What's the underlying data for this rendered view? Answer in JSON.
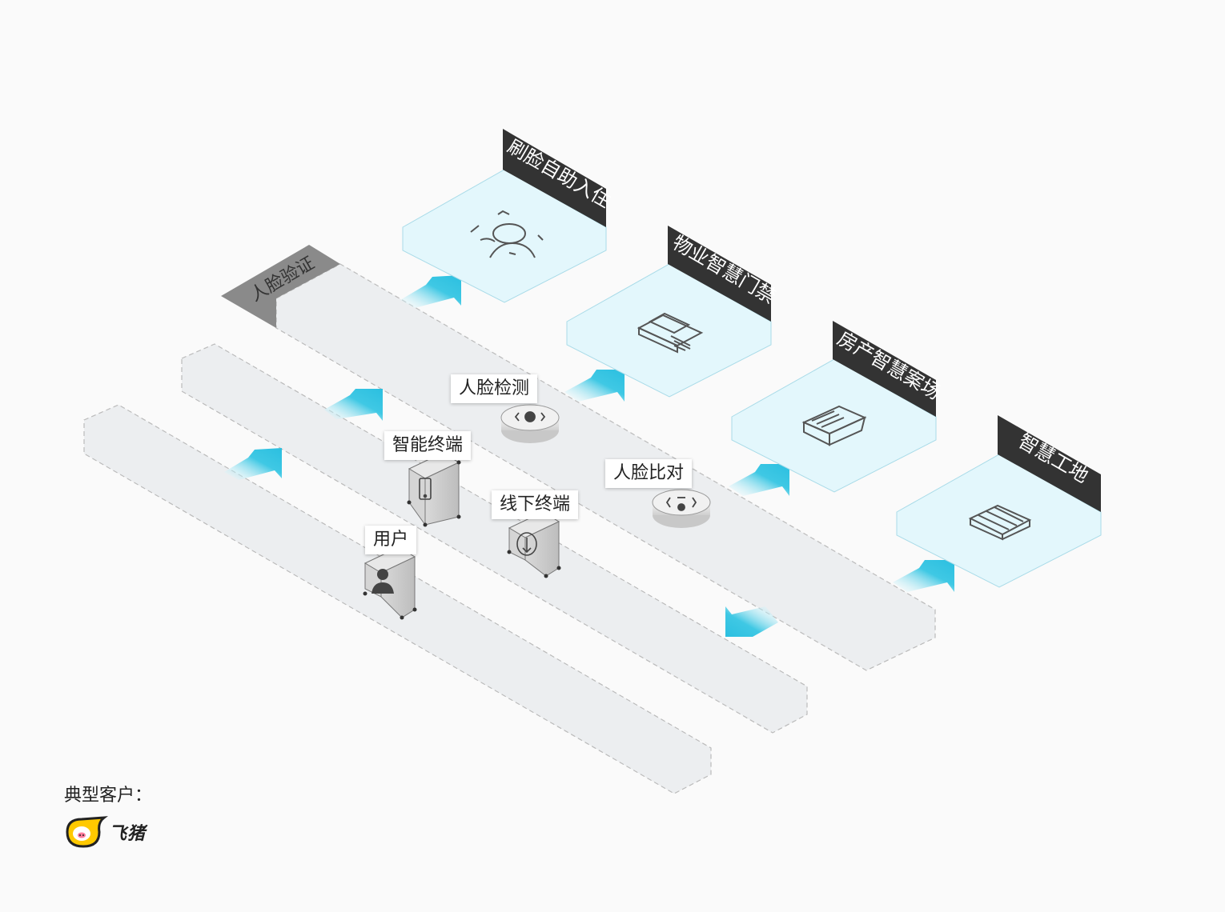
{
  "lane_label": "人脸验证",
  "scenarios": [
    {
      "label": "刷脸自助入住",
      "icon": "face-scan-icon"
    },
    {
      "label": "物业智慧门禁",
      "icon": "door-access-icon"
    },
    {
      "label": "房产智慧案场",
      "icon": "property-icon"
    },
    {
      "label": "智慧工地",
      "icon": "bricks-icon"
    }
  ],
  "nodes": {
    "face_detect": "人脸检测",
    "smart_terminal": "智能终端",
    "face_compare": "人脸比对",
    "offline_terminal": "线下终端",
    "user": "用户"
  },
  "customers": {
    "title": "典型客户：",
    "logo_text": "飞猪"
  },
  "colors": {
    "lane": "#eceef0",
    "card": "#e3f7fc",
    "arrow": "#3fc8e4",
    "tag": "#333333",
    "lane_tag": "#8a8a8a"
  }
}
